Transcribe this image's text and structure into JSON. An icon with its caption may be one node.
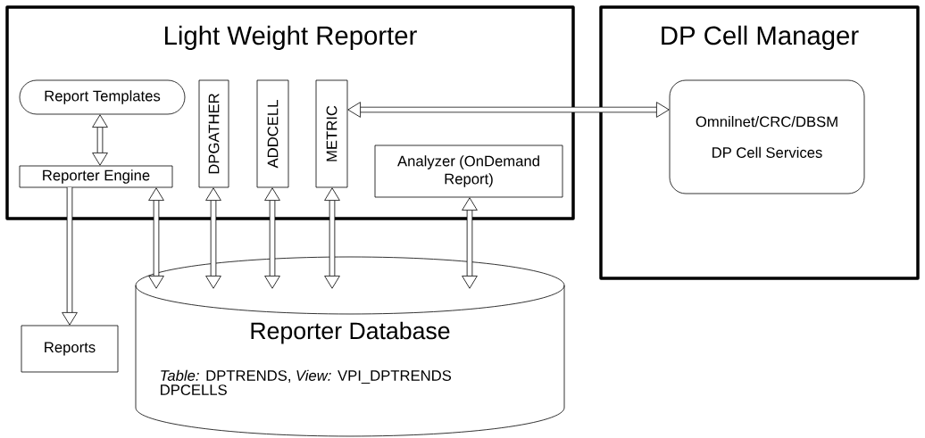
{
  "diagram": {
    "nodes": [
      {
        "text": [
          "Light Weight Reporter"
        ]
      },
      {
        "text": [
          "DP Cell Manager"
        ]
      },
      {
        "text": [
          "Report Templates"
        ],
        "in": 0
      },
      {
        "text": [
          "Reporter Engine"
        ],
        "in": 0
      },
      {
        "text": [
          "DPGATHER"
        ],
        "in": 0
      },
      {
        "text": [
          "ADDCELL"
        ],
        "in": 0
      },
      {
        "text": [
          "METRIC"
        ],
        "in": 0
      },
      {
        "text": [
          "Analyzer (OnDemand Report)"
        ],
        "in": 0
      },
      {
        "text": [
          "Omnilnet/CRC/DBSM",
          "DP Cell Services"
        ],
        "in": 1
      },
      {
        "text": [
          "Reports"
        ]
      },
      {
        "text": [
          "Reporter Database",
          "*Table:* DPTRENDS, *View:* VPI_DPTRENDS DPCELLS"
        ]
      }
    ],
    "edges": [
      {
        "from": 2,
        "to": 3,
        "arrow": "both"
      },
      {
        "from": 6,
        "to": 8,
        "arrow": "both"
      },
      {
        "from": 3,
        "to": 9,
        "arrow": "to"
      },
      {
        "from": 3,
        "to": 10,
        "arrow": "both"
      },
      {
        "from": 4,
        "to": 10,
        "arrow": "both"
      },
      {
        "from": 5,
        "to": 10,
        "arrow": "both"
      },
      {
        "from": 6,
        "to": 10,
        "arrow": "both"
      },
      {
        "from": 7,
        "to": 10,
        "arrow": "both"
      }
    ]
  }
}
